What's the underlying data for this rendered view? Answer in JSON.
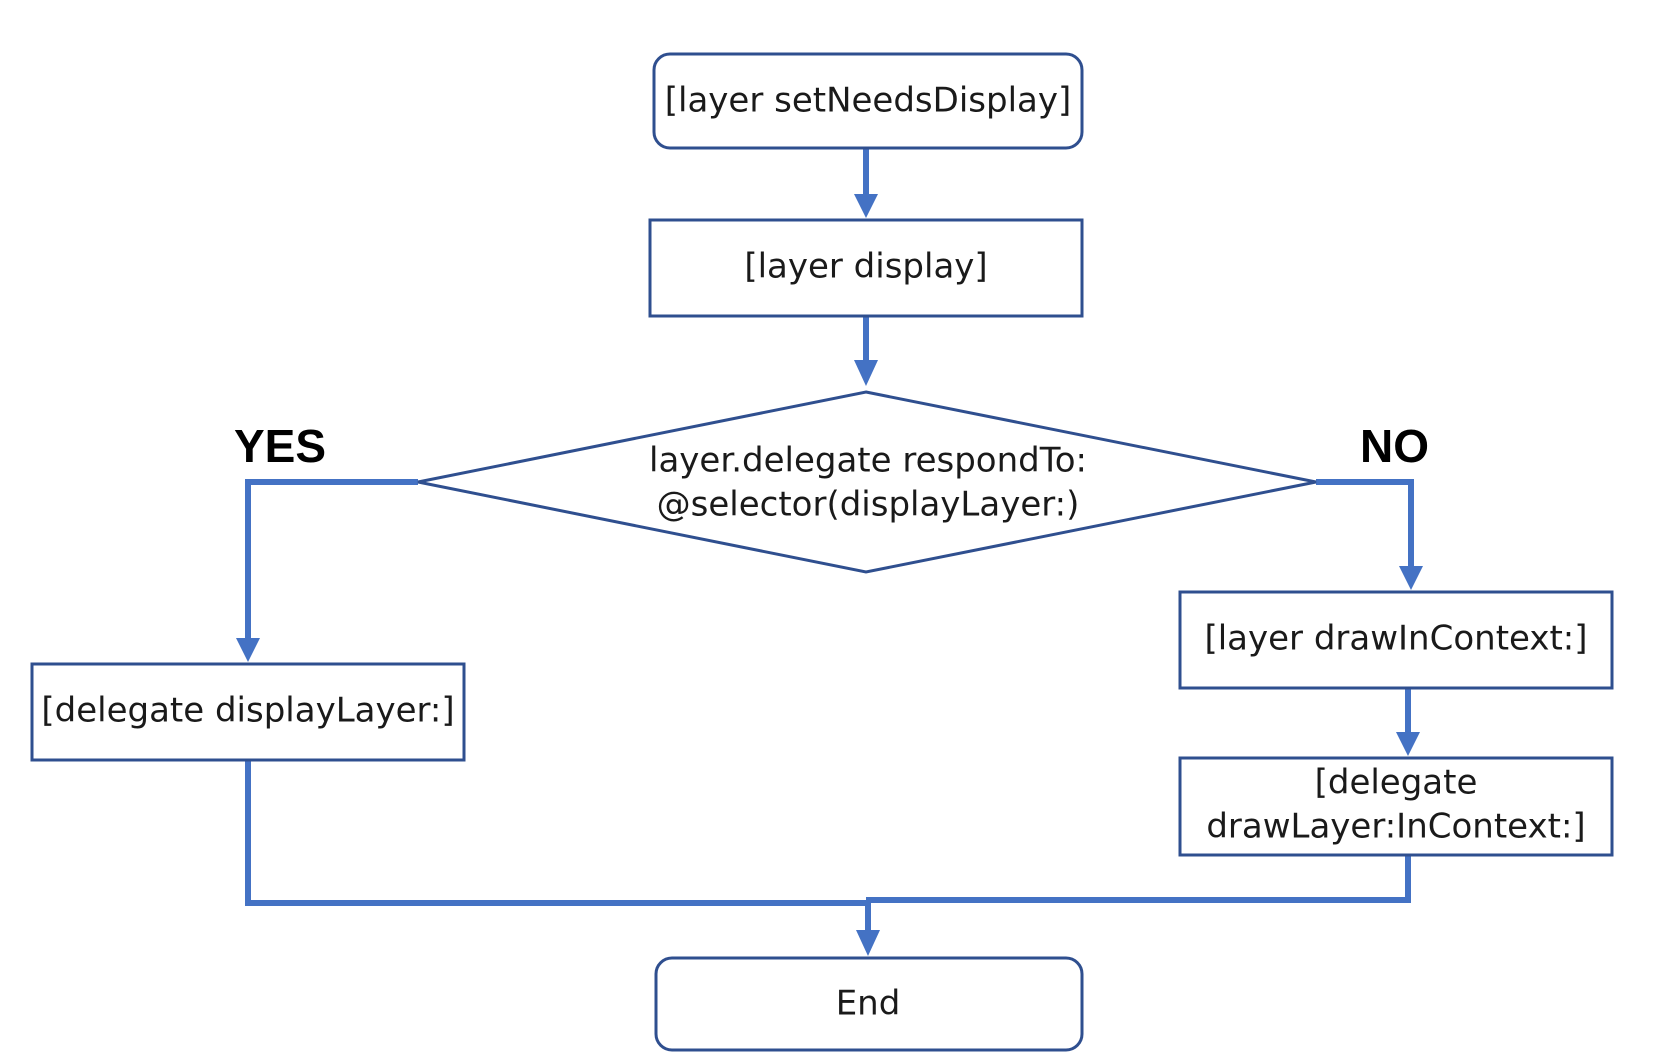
{
  "nodes": {
    "start": {
      "label": "[layer setNeedsDisplay]"
    },
    "display": {
      "label": "[layer display]"
    },
    "decision": {
      "line1": "layer.delegate respondTo:",
      "line2": "@selector(displayLayer:)"
    },
    "yes_action": {
      "label": "[delegate displayLayer:]"
    },
    "no_action_1": {
      "label": "[layer drawInContext:]"
    },
    "no_action_2": {
      "line1": "[delegate",
      "line2": "drawLayer:InContext:]"
    },
    "end": {
      "label": "End"
    }
  },
  "branches": {
    "yes": "YES",
    "no": "NO"
  },
  "colors": {
    "box_border": "#2f4f8f",
    "connector": "#4472c4",
    "text": "#1a1a1a"
  }
}
